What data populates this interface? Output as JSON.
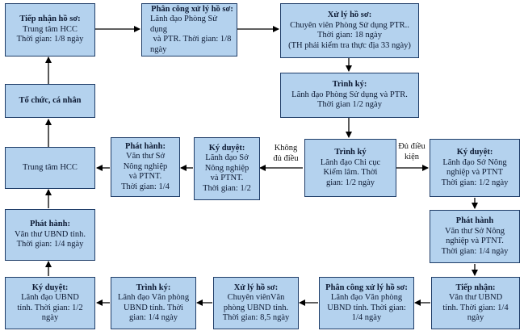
{
  "nodes": {
    "tiep_nhan_hs": {
      "title": "Tiếp nhận hồ sơ:",
      "lines": [
        "Trung tâm HCC",
        "Thời gian: 1/8 ngày"
      ]
    },
    "phan_cong_1": {
      "title": "Phân công xử lý hồ sơ:",
      "lines": [
        "Lãnh đạo Phòng Sử dụng",
        "và PTR. Thời gian: 1/8",
        "ngày"
      ]
    },
    "xu_ly_1": {
      "title": "Xử lý hồ sơ:",
      "lines": [
        "Chuyên viên Phòng Sử dụng PTR..",
        "Thời gian: 18 ngày",
        "(TH phải  kiểm tra thực địa 33 ngày)"
      ]
    },
    "to_chuc": {
      "title": "Tổ chức, cá nhân",
      "lines": []
    },
    "trinh_ky_1": {
      "title": "Trình ký:",
      "lines": [
        "Lãnh đạo Phòng Sử dụng và PTR.",
        "Thời gian 1/2 ngày"
      ]
    },
    "trung_tam_hcc": {
      "title": "",
      "lines": [
        "Trung tâm HCC"
      ]
    },
    "phat_hanh_so": {
      "title": "Phát hành:",
      "lines": [
        "Văn thư Sở",
        "Nông nghiệp",
        "và PTNT.",
        "Thời gian: 1/4"
      ]
    },
    "ky_duyet_so_left": {
      "title": "Ký duyệt:",
      "lines": [
        "Lãnh đạo Sở",
        "Nông nghiệp",
        "và PTNT.",
        "Thời gian: 1/2"
      ]
    },
    "trinh_ky_cc": {
      "title": "Trình ký",
      "lines": [
        "Lãnh đạo Chi cục",
        "Kiểm lâm. Thời",
        "gian: 1/2 ngày"
      ]
    },
    "ky_duyet_so_right": {
      "title": "Ký duyệt:",
      "lines": [
        "Lãnh đạo Sở Nông",
        "nghiệp và PTNT",
        "Thời gian: 1/2 ngày"
      ]
    },
    "phat_hanh_ubnd": {
      "title": "Phát hành:",
      "lines": [
        "Văn thư UBND tỉnh.",
        "Thời gian: 1/4 ngày"
      ]
    },
    "phat_hanh_so_2": {
      "title": "Phát hành",
      "lines": [
        "Văn thư Sở Nông",
        "nghiệp và PTNT.",
        "Thời gian: 1/4 ngày"
      ]
    },
    "ky_duyet_ubnd": {
      "title": "Ký duyệt:",
      "lines": [
        "Lãnh đạo UBND",
        "tỉnh. Thời gian: 1/2",
        "ngày"
      ]
    },
    "trinh_ky_vp": {
      "title": "Trình ký:",
      "lines": [
        "Lãnh đạo Văn phòng",
        "UBND tỉnh. Thời",
        "gian: 1/4 ngày"
      ]
    },
    "xu_ly_vp": {
      "title": "Xử lý hồ sơ:",
      "lines": [
        "Chuyên viênVăn",
        "phòng UBND tỉnh.",
        "Thời gian: 8,5 ngày"
      ]
    },
    "phan_cong_vp": {
      "title": "Phân công xử lý hồ sơ:",
      "lines": [
        "Lãnh đạo Văn phòng",
        "UBND tỉnh. Thời gian:",
        "1/4 ngày"
      ]
    },
    "tiep_nhan_ubnd": {
      "title": "Tiếp nhận:",
      "lines": [
        "Văn thư UBND",
        "tỉnh. Thời gian: 1/4",
        "ngày"
      ]
    }
  },
  "edge_labels": {
    "khong_du": [
      "Không",
      "đủ điều"
    ],
    "du_dieu_kien": [
      "Đủ điều",
      "kiện"
    ]
  },
  "colors": {
    "box_fill": "#b4d2ee",
    "box_border": "#1f3d68",
    "arrow": "#000000"
  }
}
